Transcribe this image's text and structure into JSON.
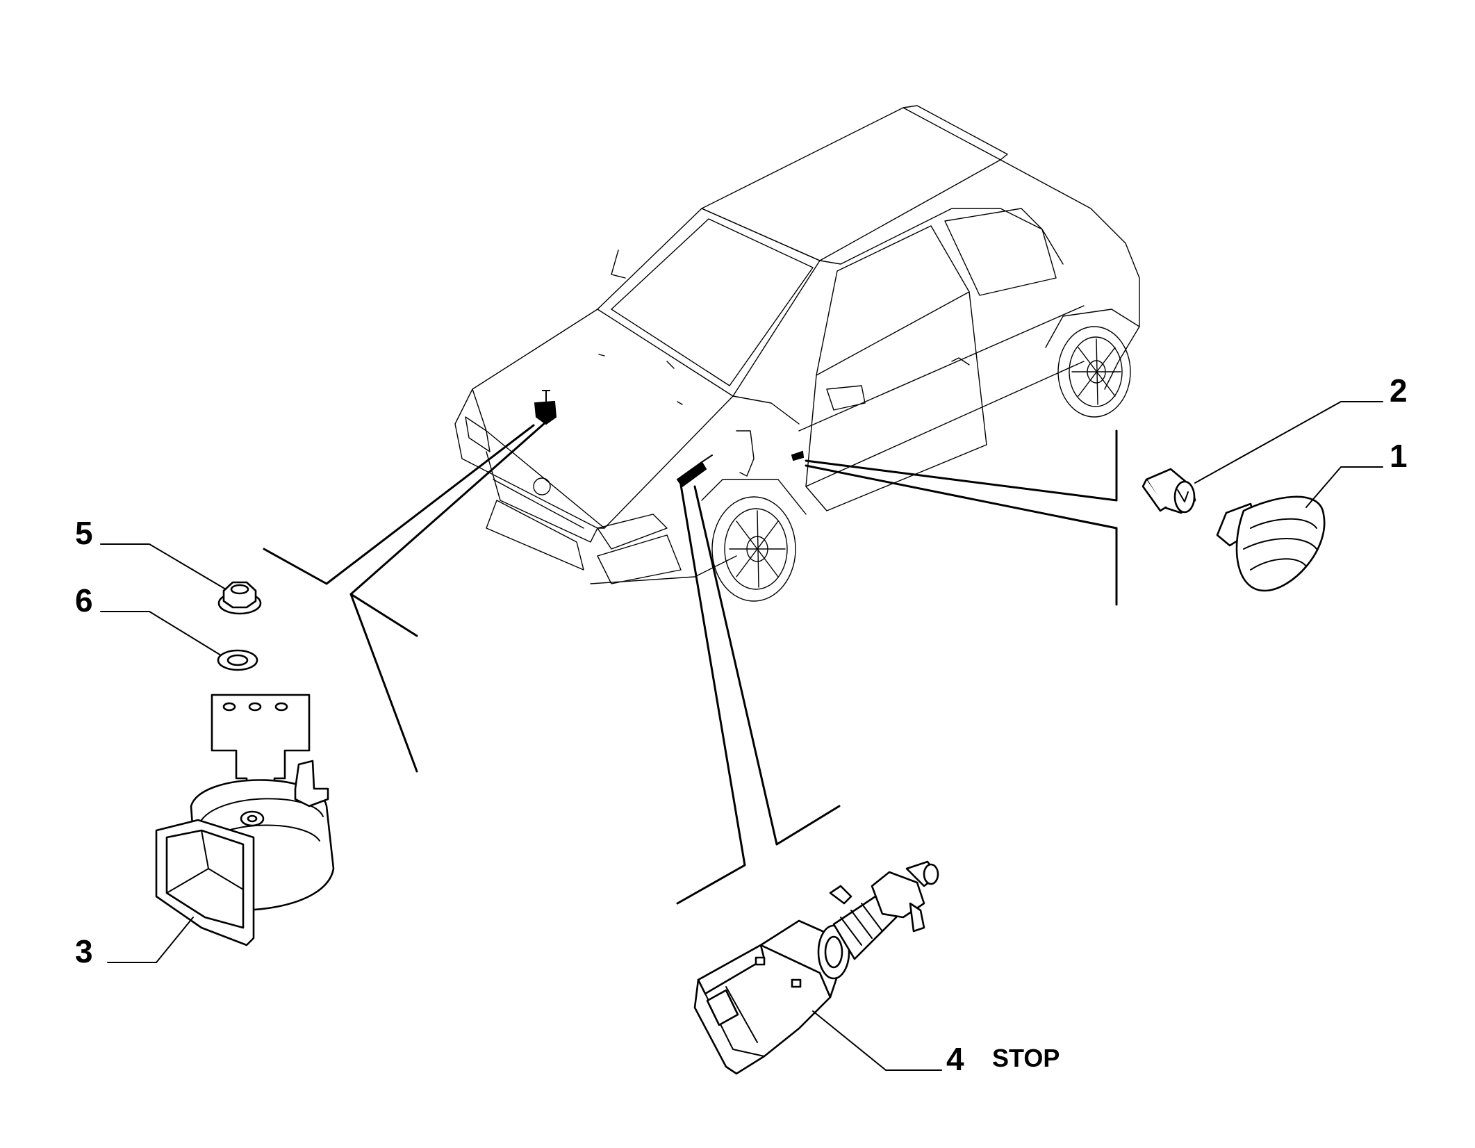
{
  "callouts": [
    {
      "number": "1"
    },
    {
      "number": "2"
    },
    {
      "number": "3"
    },
    {
      "number": "4",
      "label": "STOP"
    },
    {
      "number": "5"
    },
    {
      "number": "6"
    }
  ],
  "colors": {
    "ink": "#000000",
    "paper": "#ffffff"
  }
}
